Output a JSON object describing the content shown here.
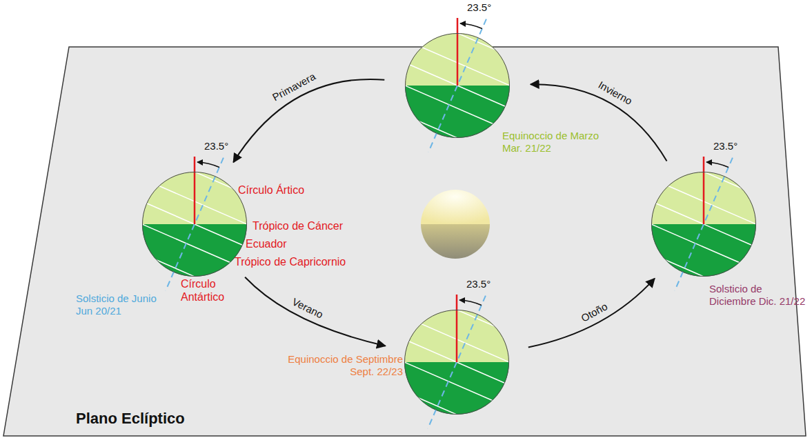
{
  "diagram": {
    "nodes": [
      {
        "text": [
          "Equinoccio de Marzo Mar. 21/22"
        ]
      },
      {
        "text": [
          "Solsticio de Junio Jun 20/21"
        ]
      },
      {
        "text": [
          "Equinoccio de Septimbre Sept. 22/23"
        ]
      },
      {
        "text": [
          "Solsticio de Diciembre Dic. 21/22"
        ]
      }
    ],
    "edges": [
      {
        "from": 0,
        "to": 1,
        "label": "Primavera",
        "arrow": "to"
      },
      {
        "from": 1,
        "to": 2,
        "label": "Verano",
        "arrow": "to"
      },
      {
        "from": 2,
        "to": 3,
        "label": "Otoño",
        "arrow": "to"
      },
      {
        "from": 3,
        "to": 0,
        "label": "Invierno",
        "arrow": "to"
      }
    ],
    "labels": [
      "23.5°",
      "23.5°",
      "23.5°",
      "23.5°",
      "Círculo Ártico",
      "Trópico de Cáncer",
      "Ecuador",
      "Trópico de Capricornio",
      "Círculo Antártico",
      "Plano Eclíptico"
    ]
  }
}
